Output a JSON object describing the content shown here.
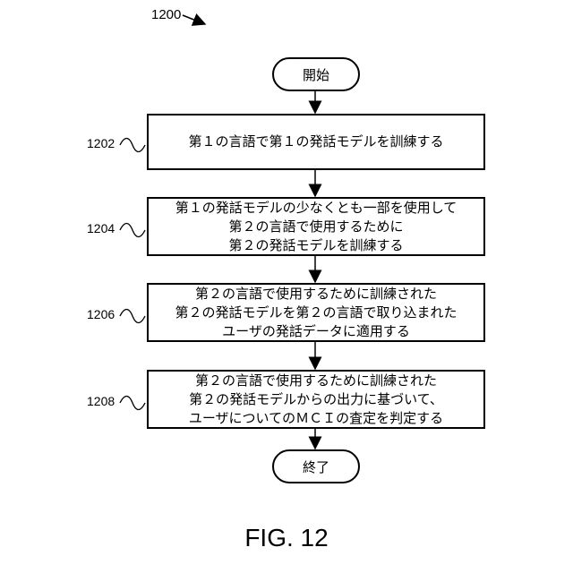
{
  "figure_number": "1200",
  "start_label": "開始",
  "end_label": "終了",
  "steps": [
    {
      "ref": "1202",
      "lines": [
        "第１の言語で第１の発話モデルを訓練する"
      ]
    },
    {
      "ref": "1204",
      "lines": [
        "第１の発話モデルの少なくとも一部を使用して",
        "第２の言語で使用するために",
        "第２の発話モデルを訓練する"
      ]
    },
    {
      "ref": "1206",
      "lines": [
        "第２の言語で使用するために訓練された",
        "第２の発話モデルを第２の言語で取り込まれた",
        "ユーザの発話データに適用する"
      ]
    },
    {
      "ref": "1208",
      "lines": [
        "第２の言語で使用するために訓練された",
        "第２の発話モデルからの出力に基づいて、",
        "ユーザについてのＭＣＩの査定を判定する"
      ]
    }
  ],
  "caption": "FIG. 12"
}
